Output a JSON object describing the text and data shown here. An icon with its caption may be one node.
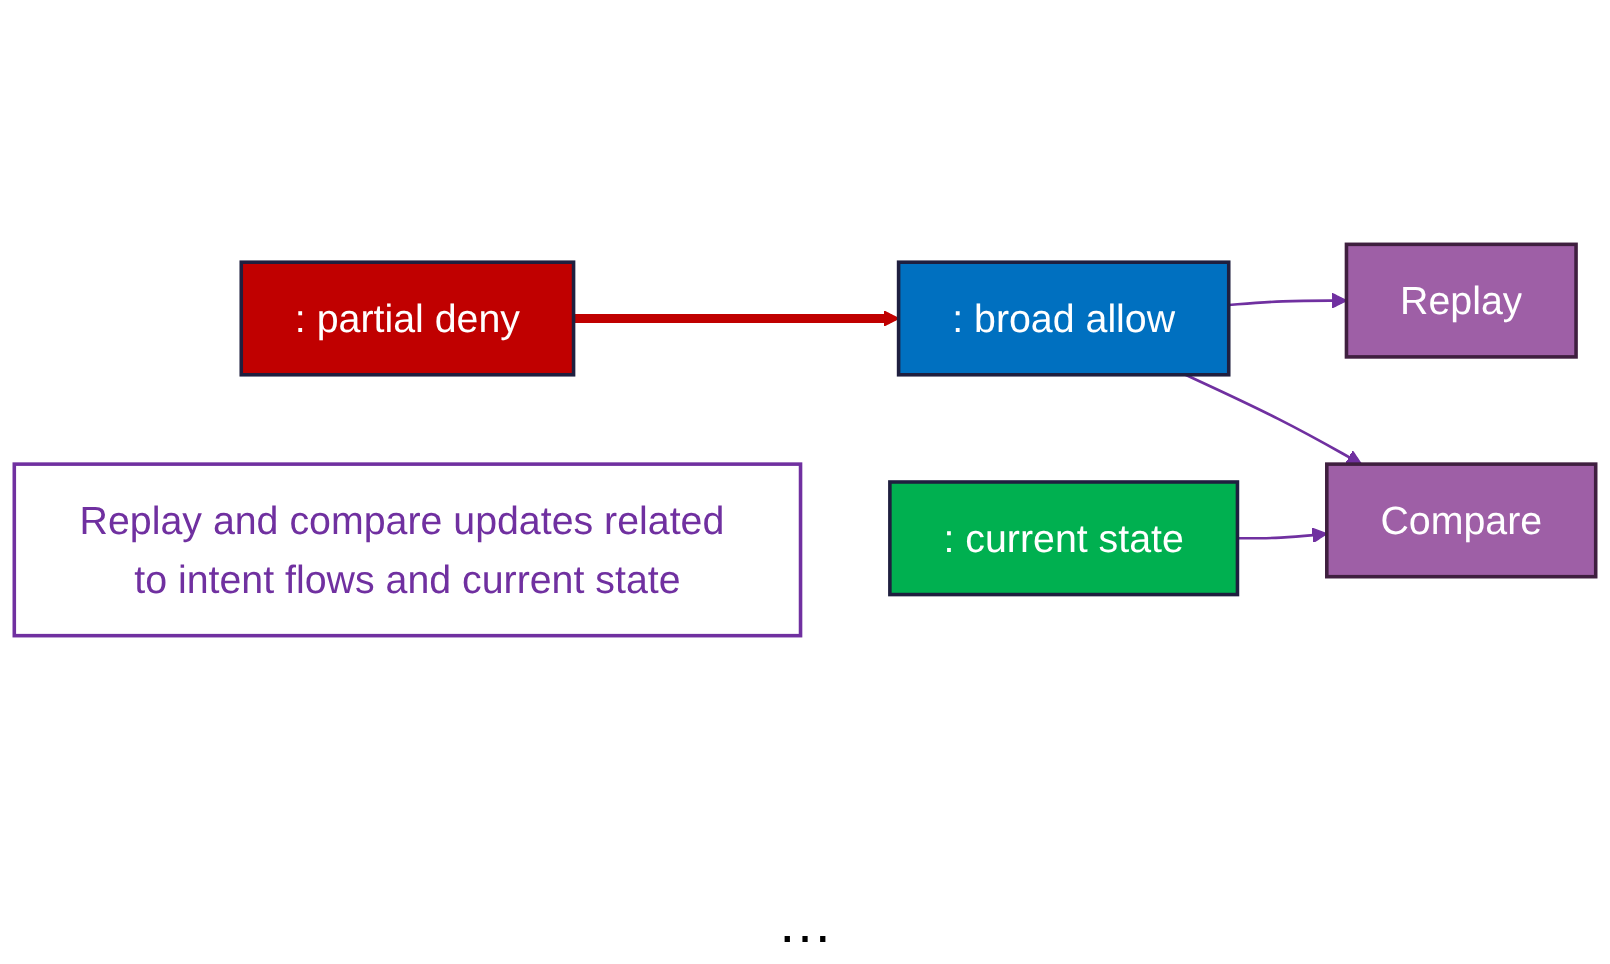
{
  "diagram": {
    "nodes": [
      {
        "text": [
          ": broad allow"
        ]
      },
      {
        "text": [
          ": partial deny"
        ]
      },
      {
        "text": [
          ": current state"
        ]
      },
      {
        "text": [
          "Replay"
        ]
      },
      {
        "text": [
          "Compare"
        ]
      },
      {
        "text": [
          "Replay and compare updates related to intent flows and current state"
        ]
      }
    ],
    "edges": [
      {
        "from": 1,
        "to": 0,
        "arrow": "to",
        "style": "thick",
        "color": "#c00000"
      },
      {
        "from": 0,
        "to": 3,
        "arrow": "to"
      },
      {
        "from": 0,
        "to": 4,
        "arrow": "to"
      },
      {
        "from": 2,
        "to": 4,
        "arrow": "to"
      }
    ],
    "labels": [
      "…"
    ]
  }
}
